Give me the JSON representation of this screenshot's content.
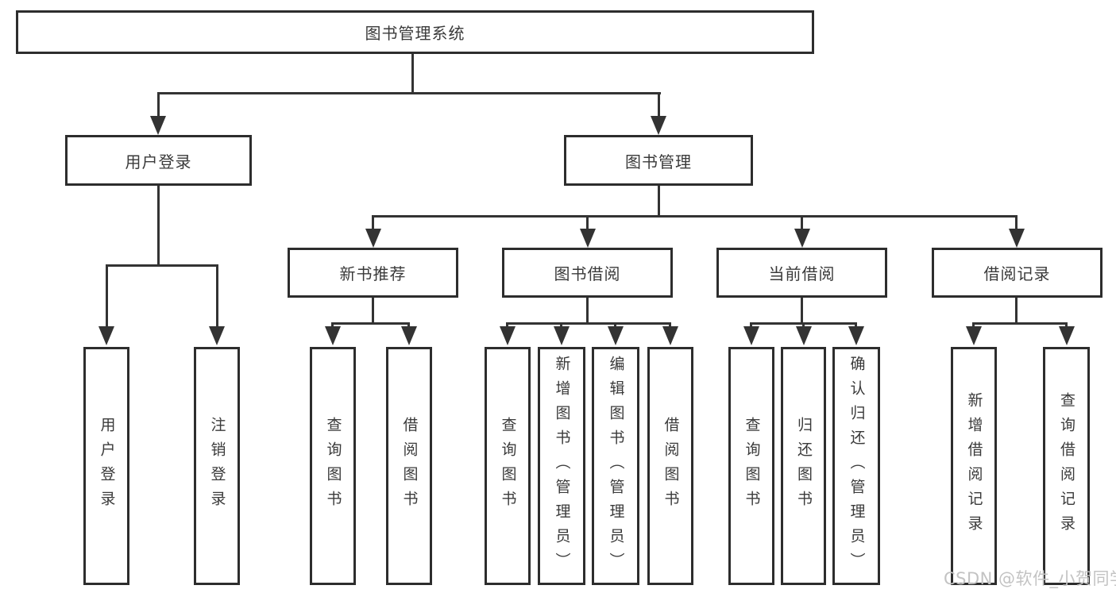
{
  "nodes": {
    "root": "图书管理系统",
    "level2": [
      "用户登录",
      "图书管理"
    ],
    "level3": [
      "新书推荐",
      "图书借阅",
      "当前借阅",
      "借阅记录"
    ],
    "leaves": [
      "用户登录",
      "注销登录",
      "查询图书",
      "借阅图书",
      "查询图书",
      "新增图书（管理员）",
      "编辑图书（管理员）",
      "借阅图书",
      "查询图书",
      "归还图书",
      "确认归还（管理员）",
      "新增借阅记录",
      "查询借阅记录"
    ]
  },
  "watermark": "CSDN @软件_小贺同学",
  "colors": {
    "line": "#333333",
    "box_border": "#2d2d2d",
    "text": "#3a3a3a",
    "background": "#ffffff",
    "watermark": "#c3c3c3"
  }
}
